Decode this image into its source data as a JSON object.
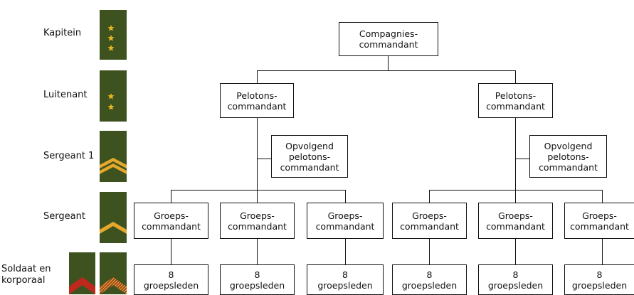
{
  "ranks": {
    "kapitein": "Kapitein",
    "luitenant": "Luitenant",
    "sergeant1": "Sergeant 1",
    "sergeant": "Sergeant",
    "soldaat_line1": "Soldaat en",
    "soldaat_line2": "korporaal"
  },
  "colors": {
    "insignia_green": "#3e5220",
    "star_gold": "#e6b422",
    "chevron_gold": "#e6a82a",
    "soldier_red": "#c0281e",
    "korporaal_orange": "#c8701e"
  },
  "org": {
    "cc": [
      "Compagnies-",
      "commandant"
    ],
    "pc": [
      "Pelotons-",
      "commandant"
    ],
    "opc": [
      "Opvolgend",
      "pelotons-",
      "commandant"
    ],
    "gc": [
      "Groeps-",
      "commandant"
    ],
    "gl": [
      "8",
      "groepsleden"
    ]
  }
}
